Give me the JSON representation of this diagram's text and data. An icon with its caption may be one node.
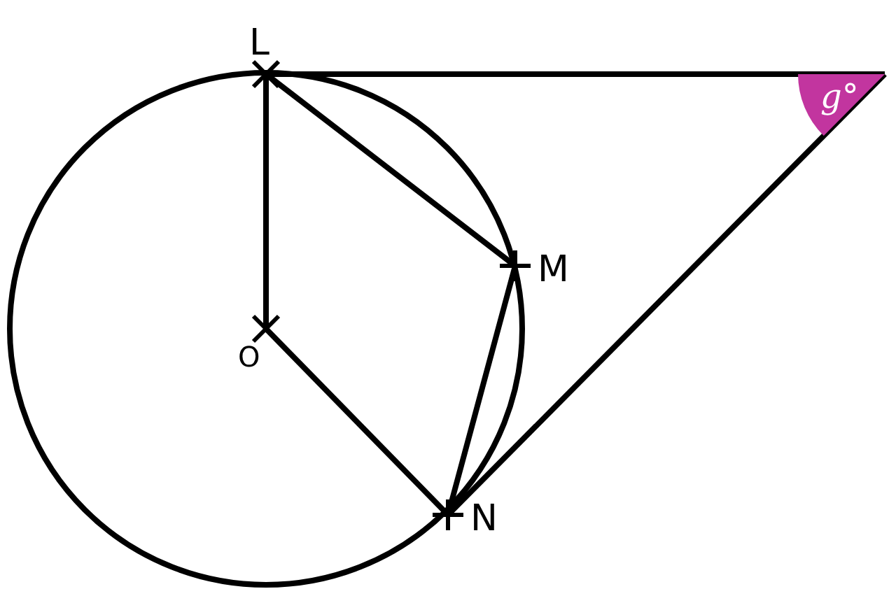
{
  "diagram": {
    "nodes": [
      {
        "text": [
          "L"
        ]
      },
      {
        "text": [
          "M"
        ]
      },
      {
        "text": [
          "O"
        ]
      },
      {
        "text": [
          "N"
        ]
      },
      {
        "text": [
          "g°"
        ]
      }
    ],
    "edges": [
      {
        "from": 0,
        "to": 4,
        "arrow": "none"
      },
      {
        "from": 4,
        "to": 3,
        "arrow": "none"
      },
      {
        "from": 0,
        "to": 1,
        "arrow": "none"
      },
      {
        "from": 1,
        "to": 3,
        "arrow": "none"
      },
      {
        "from": 0,
        "to": 2,
        "arrow": "none"
      },
      {
        "from": 2,
        "to": 3,
        "arrow": "none"
      }
    ]
  }
}
